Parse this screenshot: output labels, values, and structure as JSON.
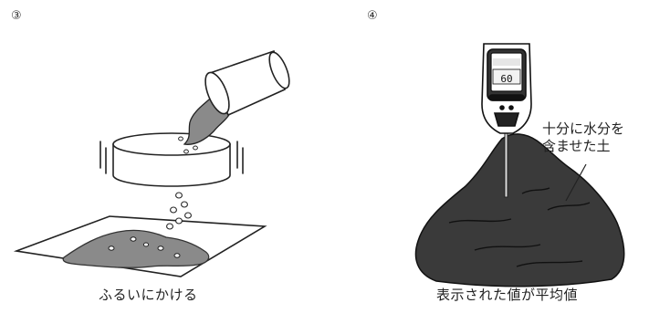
{
  "panels": [
    {
      "step": "③",
      "caption": "ふるいにかける"
    },
    {
      "step": "④",
      "caption": "表示された値が平均値",
      "label_lines": [
        "十分に水分を",
        "含ませた土"
      ],
      "meter_reading": "60"
    }
  ]
}
